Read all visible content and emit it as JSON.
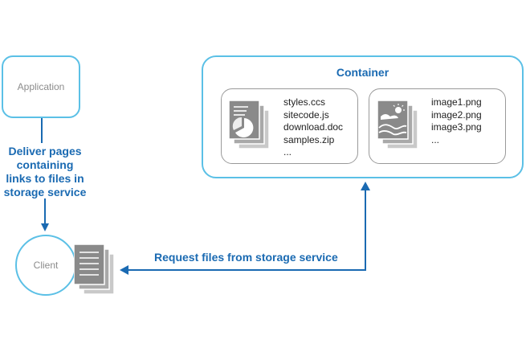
{
  "nodes": {
    "application": "Application",
    "client": "Client",
    "container": "Container"
  },
  "labels": {
    "deliver": [
      "Deliver pages",
      "containing",
      "links to files in",
      "storage service"
    ],
    "request": "Request files from storage service"
  },
  "documents_group": {
    "files": [
      "styles.ccs",
      "sitecode.js",
      "download.doc",
      "samples.zip",
      "..."
    ]
  },
  "images_group": {
    "files": [
      "image1.png",
      "image2.png",
      "image3.png",
      "..."
    ]
  },
  "colors": {
    "accent_border": "#5bc0e6",
    "arrow_blue": "#1a6ab2",
    "icon_gray": "#8a8a8a"
  }
}
